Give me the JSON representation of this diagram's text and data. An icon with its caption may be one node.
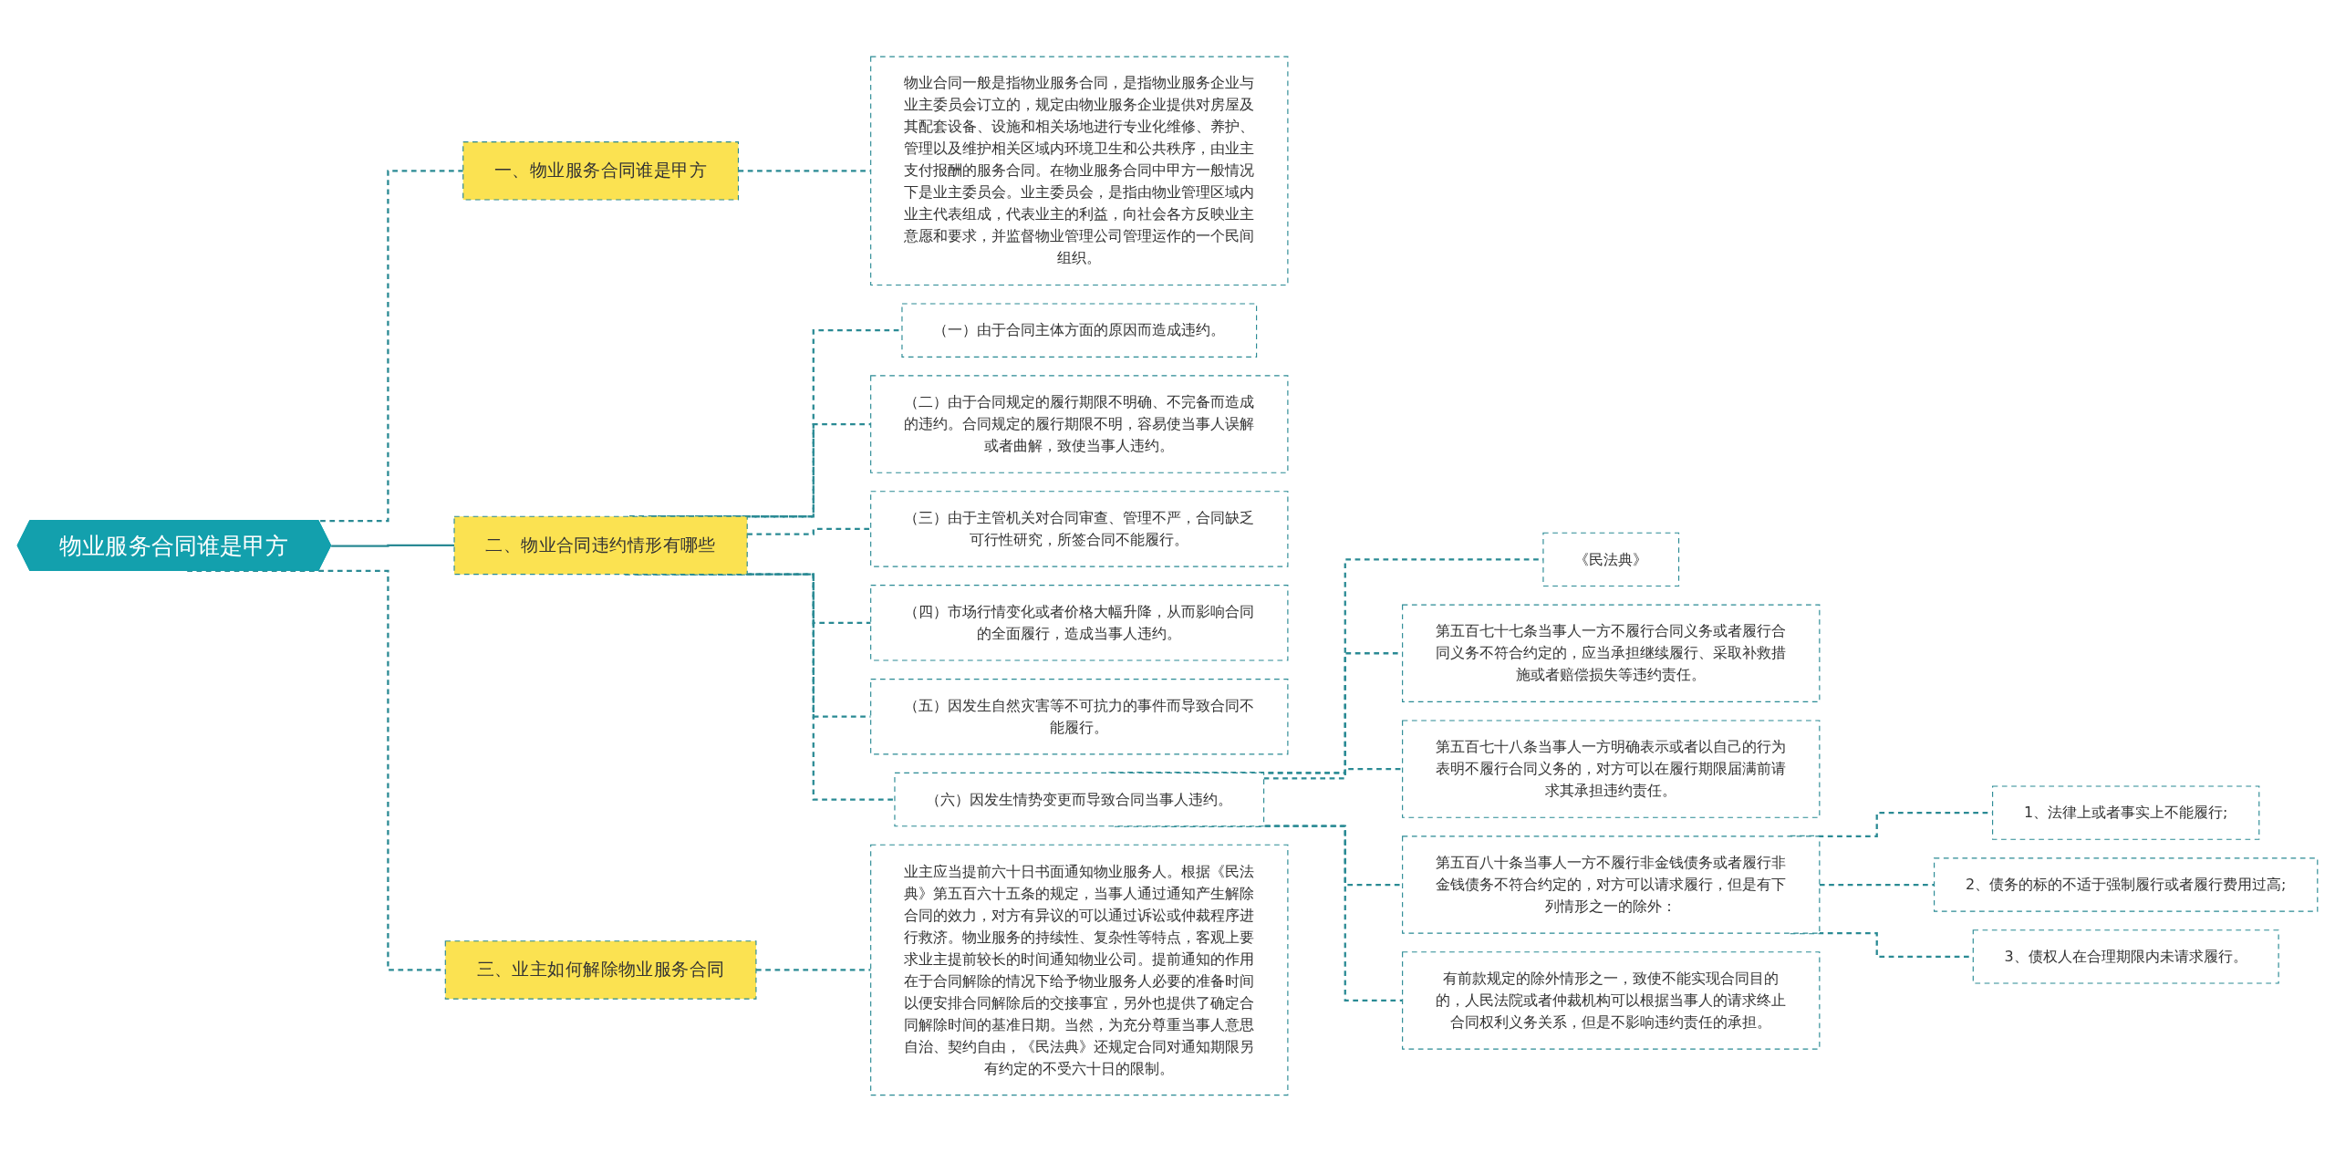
{
  "diagram": {
    "nodes": [
      {
        "text": [
          "物业服务合同谁是甲方"
        ]
      },
      {
        "text": [
          "一、物业服务合同谁是甲方"
        ]
      },
      {
        "text": [
          "物业合同一般是指物业服务合同，是指物业服务企业与业主委员会订立的，规定由物业服务企业提供对房屋及其配套设备、设施和相关场地进行专业化维修、养护、管理以及维护相关区域内环境卫生和公共秩序，由业主支付报酬的服务合同。在物业服务合同中甲方一般情况下是业主委员会。业主委员会，是指由物业管理区域内业主代表组成，代表业主的利益，向社会各方反映业主意愿和要求，并监督物业管理公司管理运作的一个民间组织。"
        ]
      },
      {
        "text": [
          "二、物业合同违约情形有哪些"
        ]
      },
      {
        "text": [
          "（一）由于合同主体方面的原因而造成违约。"
        ]
      },
      {
        "text": [
          "（二）由于合同规定的履行期限不明确、不完备而造成的违约。合同规定的履行期限不明，容易使当事人误解或者曲解，致使当事人违约。"
        ]
      },
      {
        "text": [
          "（三）由于主管机关对合同审查、管理不严，合同缺乏可行性研究，所签合同不能履行。"
        ]
      },
      {
        "text": [
          "（四）市场行情变化或者价格大幅升降，从而影响合同的全面履行，造成当事人违约。"
        ]
      },
      {
        "text": [
          "（五）因发生自然灾害等不可抗力的事件而导致合同不能履行。"
        ]
      },
      {
        "text": [
          "（六）因发生情势变更而导致合同当事人违约。"
        ]
      },
      {
        "text": [
          "《民法典》"
        ]
      },
      {
        "text": [
          "第五百七十七条当事人一方不履行合同义务或者履行合同义务不符合约定的，应当承担继续履行、采取补救措施或者赔偿损失等违约责任。"
        ]
      },
      {
        "text": [
          "第五百七十八条当事人一方明确表示或者以自己的行为表明不履行合同义务的，对方可以在履行期限届满前请求其承担违约责任。"
        ]
      },
      {
        "text": [
          "第五百八十条当事人一方不履行非金钱债务或者履行非金钱债务不符合约定的，对方可以请求履行，但是有下列情形之一的除外："
        ]
      },
      {
        "text": [
          "1、法律上或者事实上不能履行;"
        ]
      },
      {
        "text": [
          "2、债务的标的不适于强制履行或者履行费用过高;"
        ]
      },
      {
        "text": [
          "3、债权人在合理期限内未请求履行。"
        ]
      },
      {
        "text": [
          "有前款规定的除外情形之一，致使不能实现合同目的的，人民法院或者仲裁机构可以根据当事人的请求终止合同权利义务关系，但是不影响违约责任的承担。"
        ]
      },
      {
        "text": [
          "三、业主如何解除物业服务合同"
        ]
      },
      {
        "text": [
          "业主应当提前六十日书面通知物业服务人。根据《民法典》第五百六十五条的规定，当事人通过通知产生解除合同的效力，对方有异议的可以通过诉讼或仲裁程序进行救济。物业服务的持续性、复杂性等特点，客观上要求业主提前较长的时间通知物业公司。提前通知的作用在于合同解除的情况下给予物业服务人必要的准备时间以便安排合同解除后的交接事宜，另外也提供了确定合同解除时间的基准日期。当然，为充分尊重当事人意思自治、契约自由，《民法典》还规定合同对通知期限另有约定的不受六十日的限制。"
        ]
      }
    ],
    "edges": [
      {
        "from": 0,
        "to": 1,
        "arrow": "none",
        "style": "dashed"
      },
      {
        "from": 1,
        "to": 2,
        "arrow": "none",
        "style": "dashed"
      },
      {
        "from": 0,
        "to": 3,
        "arrow": "none"
      },
      {
        "from": 3,
        "to": 4,
        "arrow": "none",
        "style": "dashed"
      },
      {
        "from": 3,
        "to": 5,
        "arrow": "none",
        "style": "dashed"
      },
      {
        "from": 3,
        "to": 6,
        "arrow": "none",
        "style": "dashed"
      },
      {
        "from": 3,
        "to": 7,
        "arrow": "none",
        "style": "dashed"
      },
      {
        "from": 3,
        "to": 8,
        "arrow": "none",
        "style": "dashed"
      },
      {
        "from": 3,
        "to": 9,
        "arrow": "none",
        "style": "dashed"
      },
      {
        "from": 9,
        "to": 10,
        "arrow": "none",
        "style": "dashed"
      },
      {
        "from": 9,
        "to": 11,
        "arrow": "none",
        "style": "dashed"
      },
      {
        "from": 9,
        "to": 12,
        "arrow": "none",
        "style": "dashed"
      },
      {
        "from": 9,
        "to": 13,
        "arrow": "none",
        "style": "dashed"
      },
      {
        "from": 9,
        "to": 17,
        "arrow": "none",
        "style": "dashed"
      },
      {
        "from": 13,
        "to": 14,
        "arrow": "none",
        "style": "dashed"
      },
      {
        "from": 13,
        "to": 15,
        "arrow": "none",
        "style": "dashed"
      },
      {
        "from": 13,
        "to": 16,
        "arrow": "none",
        "style": "dashed"
      },
      {
        "from": 0,
        "to": 18,
        "arrow": "none",
        "style": "dashed"
      },
      {
        "from": 18,
        "to": 19,
        "arrow": "none",
        "style": "dashed"
      }
    ]
  }
}
